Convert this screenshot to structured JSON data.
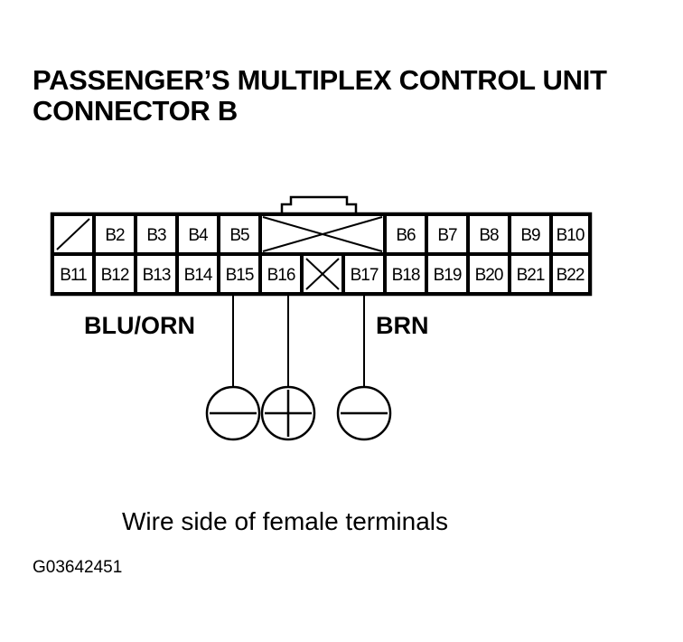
{
  "title": {
    "line1": "PASSENGER’S MULTIPLEX CONTROL UNIT",
    "line2": "CONNECTOR B"
  },
  "connector": {
    "top_row": [
      "",
      "B2",
      "B3",
      "B4",
      "B5",
      "",
      "B6",
      "B7",
      "B8",
      "B9",
      "B10"
    ],
    "bottom_row": [
      "B11",
      "B12",
      "B13",
      "B14",
      "B15",
      "B16",
      "",
      "B17",
      "B18",
      "B19",
      "B20",
      "B21",
      "B22"
    ]
  },
  "wires": {
    "left_label": "BLU/ORN",
    "right_label": "BRN"
  },
  "meter_symbols": [
    "−",
    "+",
    "−"
  ],
  "caption": "Wire side of female terminals",
  "figure_code": "G03642451"
}
